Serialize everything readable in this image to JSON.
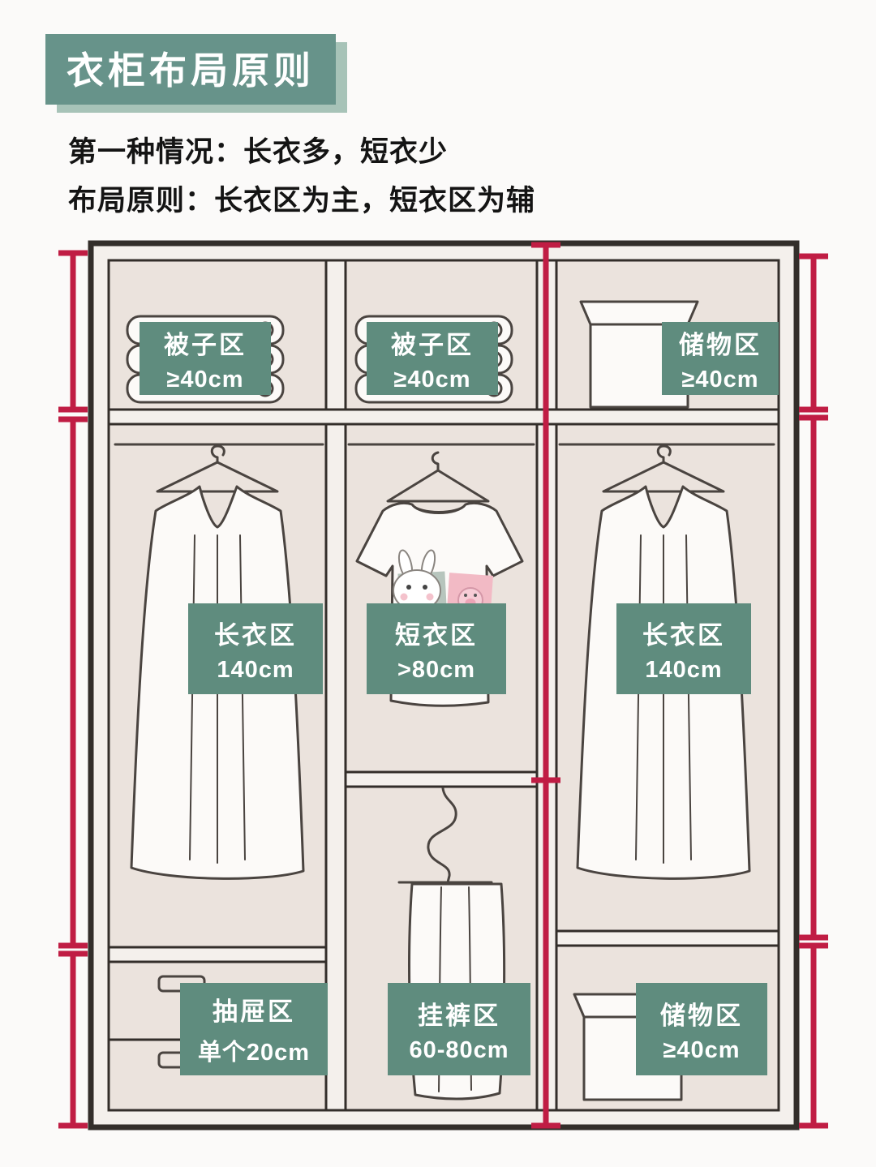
{
  "header": {
    "title": "衣柜布局原则",
    "line1": "第一种情况：长衣多，短衣少",
    "line2": "布局原则：长衣区为主，短衣区为辅"
  },
  "wardrobe": {
    "zones": {
      "quilt_left": {
        "name": "被子区",
        "size": "≥40cm"
      },
      "quilt_middle": {
        "name": "被子区",
        "size": "≥40cm"
      },
      "storage_top_right": {
        "name": "储物区",
        "size": "≥40cm"
      },
      "long_clothes_left": {
        "name": "长衣区",
        "size": "140cm"
      },
      "short_clothes_middle": {
        "name": "短衣区",
        "size": ">80cm"
      },
      "long_clothes_right": {
        "name": "长衣区",
        "size": "140cm"
      },
      "drawer_left": {
        "name": "抽屉区",
        "size": "单个20cm"
      },
      "pants_middle": {
        "name": "挂裤区",
        "size": "60-80cm"
      },
      "storage_bottom_right": {
        "name": "储物区",
        "size": "≥40cm"
      }
    },
    "sketches": [
      "folded-quilt",
      "storage-box",
      "long-coat",
      "t-shirt",
      "hanging-pants",
      "drawer"
    ]
  },
  "colors": {
    "label_bg": "#5f8c7e",
    "title_bg": "#67938a",
    "title_shadow": "#a7c3b8",
    "measure": "#c01d44",
    "frame": "#332e2a",
    "interior": "#ebe3dd"
  }
}
